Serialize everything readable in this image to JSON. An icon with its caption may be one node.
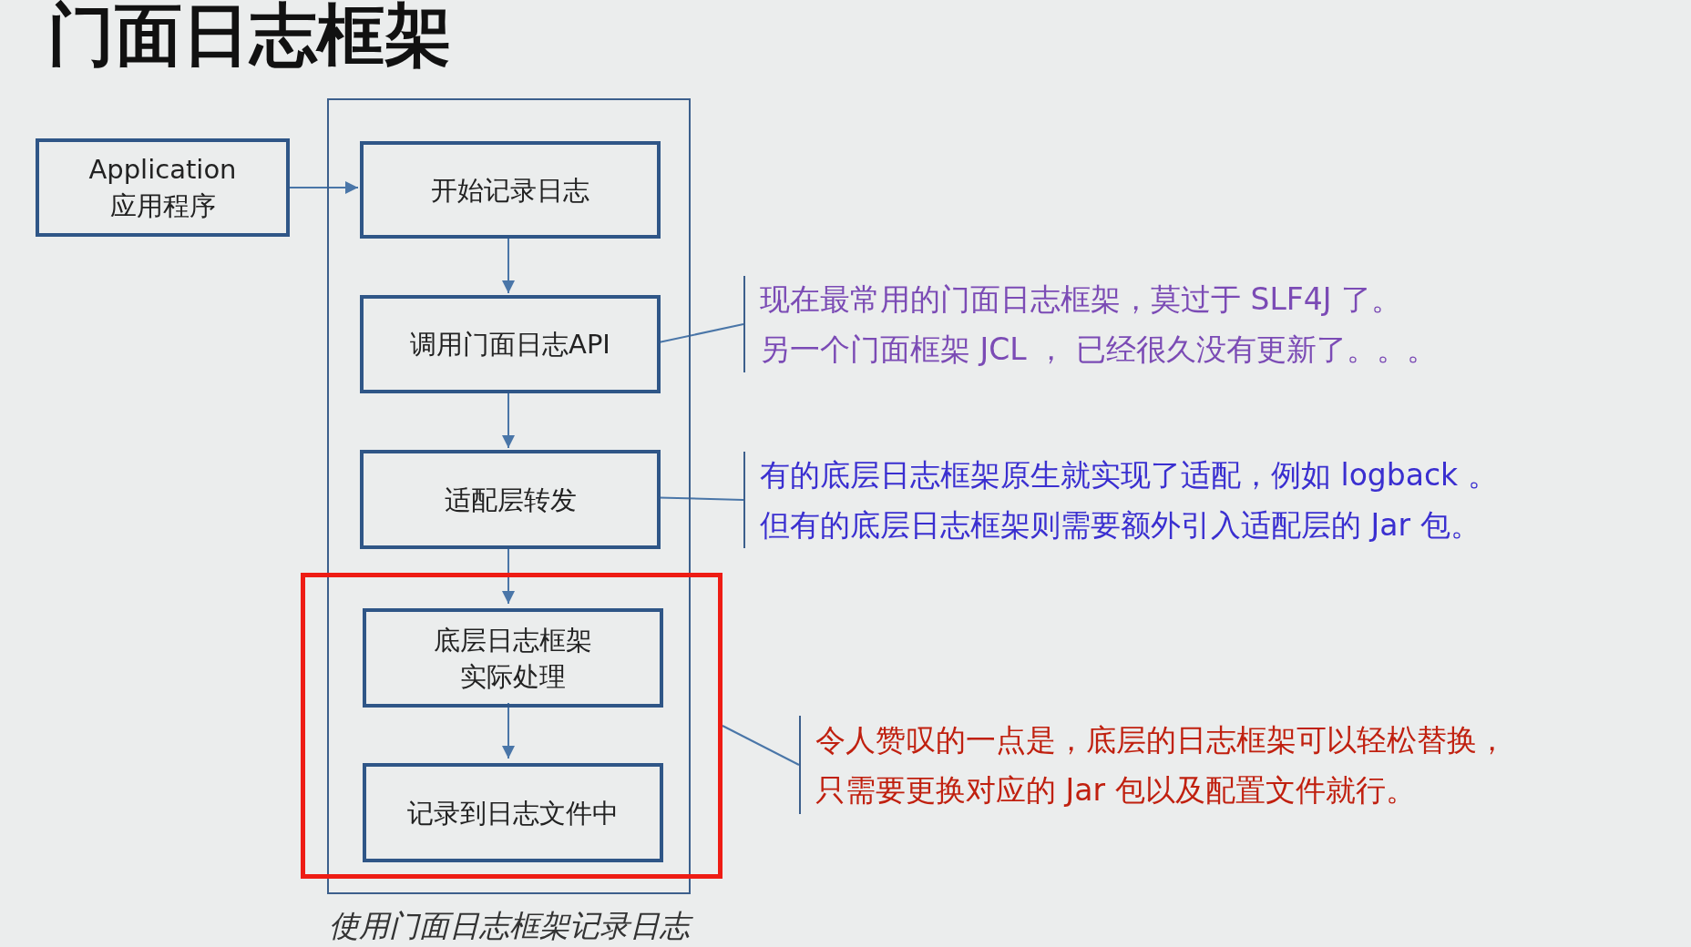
{
  "diagram": {
    "title": "门面日志框架",
    "nodes": [
      {
        "text": [],
        "shape": "box",
        "beside": [
          "使用门面日志框架记录日志"
        ]
      },
      {
        "text": [
          "Application 应用程序"
        ]
      },
      {
        "text": [
          "开始记录日志"
        ],
        "in": 0
      },
      {
        "text": [
          "调用门面日志API"
        ],
        "in": 0
      },
      {
        "text": [
          "适配层转发"
        ],
        "in": 0
      },
      {
        "text": [],
        "shape": "box"
      },
      {
        "text": [
          "底层日志框架实际处理"
        ],
        "in": 5
      },
      {
        "text": [
          "记录到日志文件中"
        ],
        "in": 5
      },
      {
        "text": [
          "现在最常用的门面日志框架，莫过于 SLF4J 了。",
          "另一个门面框架 JCL ， 已经很久没有更新了。。。"
        ]
      },
      {
        "text": [
          "有的底层日志框架原生就实现了适配，例如 logback 。",
          "但有的底层日志框架则需要额外引入适配层的 Jar 包。"
        ]
      },
      {
        "text": [
          "令人赞叹的一点是，底层的日志框架可以轻松替换，只需要更换对应的 Jar 包以及配置文件就行。"
        ]
      }
    ],
    "edges": [
      {
        "from": 1,
        "to": 2,
        "arrow": "to"
      },
      {
        "from": 2,
        "to": 3,
        "arrow": "to"
      },
      {
        "from": 3,
        "to": 4,
        "arrow": "to"
      },
      {
        "from": 4,
        "to": 6,
        "arrow": "to"
      },
      {
        "from": 6,
        "to": 7,
        "arrow": "to"
      },
      {
        "from": 8,
        "to": 3,
        "arrow": "none"
      },
      {
        "from": 9,
        "to": 4,
        "arrow": "none"
      },
      {
        "from": 10,
        "to": 5,
        "arrow": "none"
      }
    ]
  }
}
